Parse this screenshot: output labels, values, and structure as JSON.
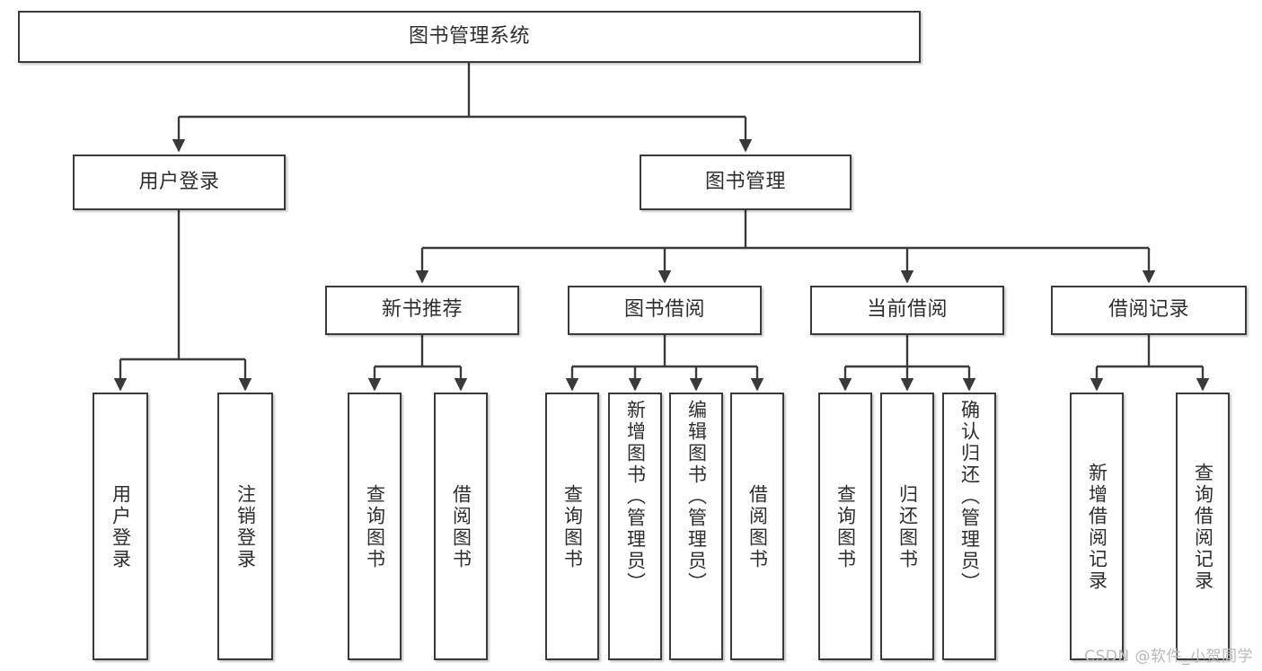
{
  "diagram": {
    "title": "图书管理系统",
    "type": "hierarchy-tree",
    "watermark": "CSDN @软件_小贺同学",
    "colors": {
      "box_border": "#3a3a3a",
      "box_fill": "#ffffff",
      "text": "#2e2e2e",
      "connector": "#3a3a3a",
      "watermark": "#b9b9b9"
    },
    "levels": [
      {
        "level": 1,
        "nodes": [
          {
            "id": "root",
            "label": "图书管理系统",
            "orientation": "horizontal"
          }
        ]
      },
      {
        "level": 2,
        "nodes": [
          {
            "id": "user-login",
            "label": "用户登录",
            "orientation": "horizontal"
          },
          {
            "id": "book-manage",
            "label": "图书管理",
            "orientation": "horizontal"
          }
        ]
      },
      {
        "level": 3,
        "nodes": [
          {
            "id": "new-book-rec",
            "label": "新书推荐",
            "orientation": "horizontal"
          },
          {
            "id": "book-borrow",
            "label": "图书借阅",
            "orientation": "horizontal"
          },
          {
            "id": "current-borrow",
            "label": "当前借阅",
            "orientation": "horizontal"
          },
          {
            "id": "borrow-record",
            "label": "借阅记录",
            "orientation": "horizontal"
          }
        ]
      },
      {
        "level": 4,
        "nodes": [
          {
            "id": "leaf-user-login",
            "label": "用户登录",
            "orientation": "vertical",
            "parent": "user-login"
          },
          {
            "id": "leaf-logout",
            "label": "注销登录",
            "orientation": "vertical",
            "parent": "user-login"
          },
          {
            "id": "leaf-query-book-1",
            "label": "查询图书",
            "orientation": "vertical",
            "parent": "new-book-rec"
          },
          {
            "id": "leaf-borrow-book-1",
            "label": "借阅图书",
            "orientation": "vertical",
            "parent": "new-book-rec"
          },
          {
            "id": "leaf-query-book-2",
            "label": "查询图书",
            "orientation": "vertical",
            "parent": "book-borrow"
          },
          {
            "id": "leaf-add-book",
            "label": "新增图书（管理员）",
            "orientation": "vertical",
            "parent": "book-borrow"
          },
          {
            "id": "leaf-edit-book",
            "label": "编辑图书（管理员）",
            "orientation": "vertical",
            "parent": "book-borrow"
          },
          {
            "id": "leaf-borrow-book-2",
            "label": "借阅图书",
            "orientation": "vertical",
            "parent": "book-borrow"
          },
          {
            "id": "leaf-query-book-3",
            "label": "查询图书",
            "orientation": "vertical",
            "parent": "current-borrow"
          },
          {
            "id": "leaf-return-book",
            "label": "归还图书",
            "orientation": "vertical",
            "parent": "current-borrow"
          },
          {
            "id": "leaf-confirm-return",
            "label": "确认归还（管理员）",
            "orientation": "vertical",
            "parent": "current-borrow"
          },
          {
            "id": "leaf-add-record",
            "label": "新增借阅记录",
            "orientation": "vertical",
            "parent": "borrow-record"
          },
          {
            "id": "leaf-query-record",
            "label": "查询借阅记录",
            "orientation": "vertical",
            "parent": "borrow-record"
          }
        ]
      }
    ]
  }
}
